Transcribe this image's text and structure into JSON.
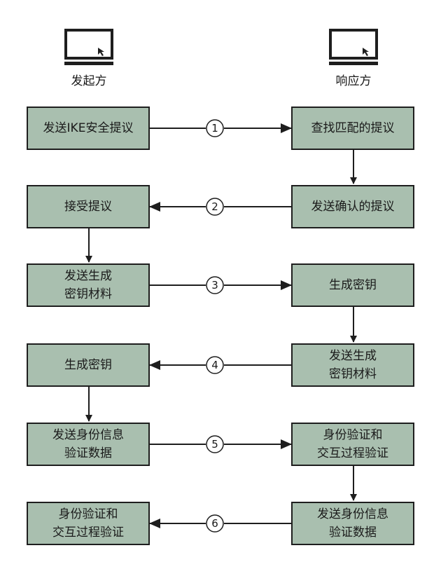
{
  "parties": {
    "initiator": "发起方",
    "responder": "响应方"
  },
  "left_boxes": [
    "发送IKE安全提议",
    "接受提议",
    "发送生成\n密钥材料",
    "生成密钥",
    "发送身份信息\n验证数据",
    "身份验证和\n交互过程验证"
  ],
  "right_boxes": [
    "查找匹配的提议",
    "发送确认的提议",
    "生成密钥",
    "发送生成\n密钥材料",
    "身份验证和\n交互过程验证",
    "发送身份信息\n验证数据"
  ],
  "steps": [
    "1",
    "2",
    "3",
    "4",
    "5",
    "6"
  ],
  "colors": {
    "box_fill": "#a9bfaf",
    "stroke": "#1e1e1e"
  }
}
